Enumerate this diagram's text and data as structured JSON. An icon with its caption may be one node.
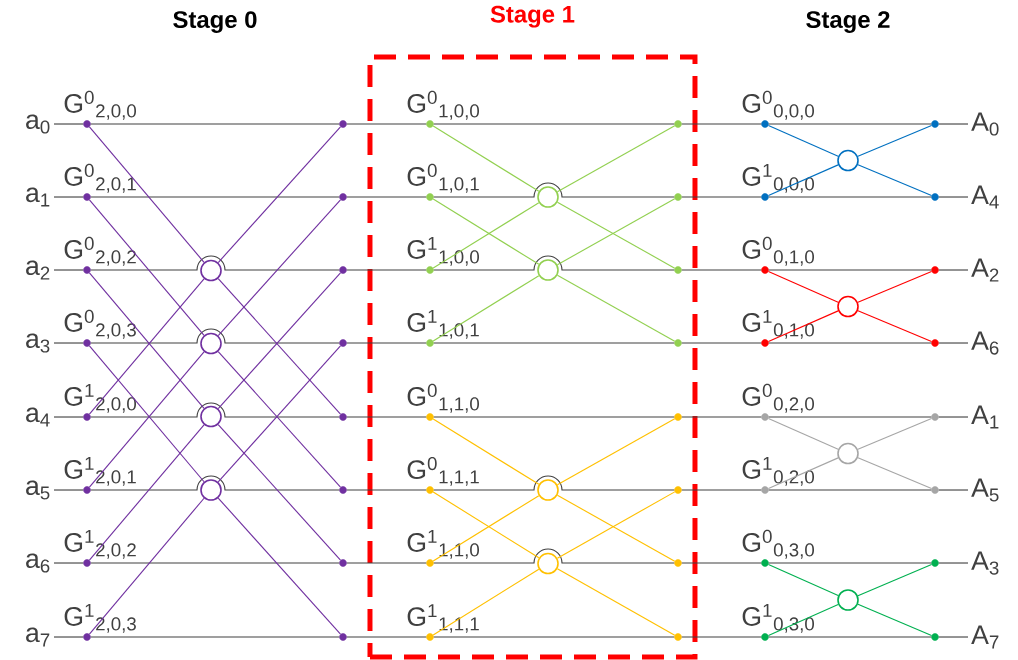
{
  "diagram": {
    "nodes": [
      {
        "text": [
          "a$_{0}$"
        ]
      },
      {
        "text": [
          "a$_{1}$"
        ]
      },
      {
        "text": [
          "a$_{2}$"
        ]
      },
      {
        "text": [
          "a$_{3}$"
        ]
      },
      {
        "text": [
          "a$_{4}$"
        ]
      },
      {
        "text": [
          "a$_{5}$"
        ]
      },
      {
        "text": [
          "a$_{6}$"
        ]
      },
      {
        "text": [
          "a$_{7}$"
        ]
      },
      {
        "text": [
          "Stage 1"
        ]
      },
      {
        "text": [],
        "shape": "circle",
        "beside": [
          "G$^{0}$$_{2,0,0}$"
        ]
      },
      {
        "text": [],
        "shape": "circle",
        "beside": [
          "G$^{0}$$_{2,0,1}$"
        ]
      },
      {
        "text": [],
        "shape": "circle",
        "beside": [
          "G$^{0}$$_{2,0,2}$"
        ]
      },
      {
        "text": [],
        "shape": "circle",
        "beside": [
          "G$^{0}$$_{2,0,3}$"
        ]
      },
      {
        "text": [],
        "shape": "circle",
        "beside": [
          "G$^{1}$$_{2,0,0}$"
        ]
      },
      {
        "text": [],
        "shape": "circle",
        "beside": [
          "G$^{1}$$_{2,0,1}$"
        ]
      },
      {
        "text": [],
        "shape": "circle",
        "beside": [
          "G$^{1}$$_{2,0,2}$"
        ]
      },
      {
        "text": [],
        "shape": "circle",
        "beside": [
          "G$^{1}$$_{2,0,3}$"
        ]
      },
      {
        "text": [],
        "shape": "circle"
      },
      {
        "text": [],
        "shape": "circle"
      },
      {
        "text": [],
        "shape": "circle"
      },
      {
        "text": [],
        "shape": "circle"
      },
      {
        "text": [],
        "shape": "circle"
      },
      {
        "text": [],
        "shape": "circle"
      },
      {
        "text": [],
        "shape": "circle"
      },
      {
        "text": [],
        "shape": "circle"
      },
      {
        "text": [],
        "shape": "circle"
      },
      {
        "text": [],
        "shape": "circle"
      },
      {
        "text": [],
        "shape": "circle"
      },
      {
        "text": [],
        "shape": "circle"
      },
      {
        "text": [],
        "shape": "circle",
        "in": 8,
        "beside": [
          "G$^{0}$$_{1,0,0}$"
        ]
      },
      {
        "text": [],
        "shape": "circle",
        "in": 8,
        "beside": [
          "G$^{0}$$_{1,0,1}$"
        ]
      },
      {
        "text": [],
        "shape": "circle",
        "in": 8,
        "beside": [
          "G$^{1}$$_{1,0,0}$"
        ]
      },
      {
        "text": [],
        "shape": "circle",
        "in": 8,
        "beside": [
          "G$^{1}$$_{1,0,1}$"
        ]
      },
      {
        "text": [],
        "shape": "circle",
        "in": 8,
        "beside": [
          "G$^{0}$$_{1,1,0}$"
        ]
      },
      {
        "text": [],
        "shape": "circle",
        "in": 8,
        "beside": [
          "G$^{0}$$_{1,1,1}$"
        ]
      },
      {
        "text": [],
        "shape": "circle",
        "in": 8,
        "beside": [
          "G$^{1}$$_{1,1,0}$"
        ]
      },
      {
        "text": [],
        "shape": "circle",
        "in": 8,
        "beside": [
          "G$^{1}$$_{1,1,1}$"
        ]
      },
      {
        "text": [],
        "shape": "circle",
        "in": 8
      },
      {
        "text": [],
        "shape": "circle",
        "in": 8
      },
      {
        "text": [],
        "shape": "circle",
        "in": 8
      },
      {
        "text": [],
        "shape": "circle",
        "in": 8
      },
      {
        "text": [],
        "shape": "circle",
        "in": 8
      },
      {
        "text": [],
        "shape": "circle",
        "in": 8
      },
      {
        "text": [],
        "shape": "circle",
        "in": 8
      },
      {
        "text": [],
        "shape": "circle",
        "in": 8
      },
      {
        "text": [],
        "shape": "circle",
        "in": 8
      },
      {
        "text": [],
        "shape": "circle",
        "in": 8
      },
      {
        "text": [],
        "shape": "circle",
        "in": 8
      },
      {
        "text": [],
        "shape": "circle",
        "in": 8
      },
      {
        "text": [],
        "shape": "circle",
        "beside": [
          "G$^{0}$$_{0,0,0}$"
        ]
      },
      {
        "text": [],
        "shape": "circle",
        "beside": [
          "G$^{1}$$_{0,0,0}$"
        ]
      },
      {
        "text": [],
        "shape": "circle",
        "beside": [
          "G$^{0}$$_{0,1,0}$"
        ]
      },
      {
        "text": [],
        "shape": "circle",
        "beside": [
          "G$^{1}$$_{0,1,0}$"
        ]
      },
      {
        "text": [],
        "shape": "circle",
        "beside": [
          "G$^{0}$$_{0,2,0}$"
        ]
      },
      {
        "text": [],
        "shape": "circle",
        "beside": [
          "G$^{1}$$_{0,2,0}$"
        ]
      },
      {
        "text": [],
        "shape": "circle",
        "beside": [
          "G$^{0}$$_{0,3,0}$"
        ]
      },
      {
        "text": [],
        "shape": "circle",
        "beside": [
          "G$^{1}$$_{0,3,0}$"
        ]
      },
      {
        "text": [],
        "shape": "circle"
      },
      {
        "text": [],
        "shape": "circle"
      },
      {
        "text": [],
        "shape": "circle"
      },
      {
        "text": [],
        "shape": "circle"
      },
      {
        "text": [],
        "shape": "circle"
      },
      {
        "text": [],
        "shape": "circle"
      },
      {
        "text": [],
        "shape": "circle"
      },
      {
        "text": [],
        "shape": "circle"
      },
      {
        "text": [],
        "shape": "circle"
      },
      {
        "text": [],
        "shape": "circle"
      },
      {
        "text": [],
        "shape": "circle"
      },
      {
        "text": [],
        "shape": "circle"
      },
      {
        "text": [
          "A$_{0}$"
        ]
      },
      {
        "text": [
          "A$_{4}$"
        ]
      },
      {
        "text": [
          "A$_{2}$"
        ]
      },
      {
        "text": [
          "A$_{6}$"
        ]
      },
      {
        "text": [
          "A$_{1}$"
        ]
      },
      {
        "text": [
          "A$_{5}$"
        ]
      },
      {
        "text": [
          "A$_{3}$"
        ]
      },
      {
        "text": [
          "A$_{7}$"
        ]
      }
    ],
    "edges": [
      {
        "from": 0,
        "to": 9,
        "arrow": "none"
      },
      {
        "from": 9,
        "to": 21,
        "arrow": "none"
      },
      {
        "from": 21,
        "to": 29,
        "arrow": "none"
      },
      {
        "from": 29,
        "to": 41,
        "arrow": "none"
      },
      {
        "from": 41,
        "to": 49,
        "arrow": "none"
      },
      {
        "from": 49,
        "to": 61,
        "arrow": "none"
      },
      {
        "from": 61,
        "to": 69,
        "arrow": "none"
      },
      {
        "from": 1,
        "to": 10,
        "arrow": "none"
      },
      {
        "from": 10,
        "to": 22,
        "arrow": "none"
      },
      {
        "from": 22,
        "to": 30,
        "arrow": "none"
      },
      {
        "from": 30,
        "to": 42,
        "arrow": "none"
      },
      {
        "from": 42,
        "to": 50,
        "arrow": "none"
      },
      {
        "from": 50,
        "to": 62,
        "arrow": "none"
      },
      {
        "from": 62,
        "to": 70,
        "arrow": "none"
      },
      {
        "from": 2,
        "to": 11,
        "arrow": "none"
      },
      {
        "from": 11,
        "to": 23,
        "arrow": "none"
      },
      {
        "from": 23,
        "to": 31,
        "arrow": "none"
      },
      {
        "from": 31,
        "to": 43,
        "arrow": "none"
      },
      {
        "from": 43,
        "to": 51,
        "arrow": "none"
      },
      {
        "from": 51,
        "to": 63,
        "arrow": "none"
      },
      {
        "from": 63,
        "to": 71,
        "arrow": "none"
      },
      {
        "from": 3,
        "to": 12,
        "arrow": "none"
      },
      {
        "from": 12,
        "to": 24,
        "arrow": "none"
      },
      {
        "from": 24,
        "to": 32,
        "arrow": "none"
      },
      {
        "from": 32,
        "to": 44,
        "arrow": "none"
      },
      {
        "from": 44,
        "to": 52,
        "arrow": "none"
      },
      {
        "from": 52,
        "to": 64,
        "arrow": "none"
      },
      {
        "from": 64,
        "to": 72,
        "arrow": "none"
      },
      {
        "from": 4,
        "to": 13,
        "arrow": "none"
      },
      {
        "from": 13,
        "to": 25,
        "arrow": "none"
      },
      {
        "from": 25,
        "to": 33,
        "arrow": "none"
      },
      {
        "from": 33,
        "to": 45,
        "arrow": "none"
      },
      {
        "from": 45,
        "to": 53,
        "arrow": "none"
      },
      {
        "from": 53,
        "to": 65,
        "arrow": "none"
      },
      {
        "from": 65,
        "to": 73,
        "arrow": "none"
      },
      {
        "from": 5,
        "to": 14,
        "arrow": "none"
      },
      {
        "from": 14,
        "to": 26,
        "arrow": "none"
      },
      {
        "from": 26,
        "to": 34,
        "arrow": "none"
      },
      {
        "from": 34,
        "to": 46,
        "arrow": "none"
      },
      {
        "from": 46,
        "to": 54,
        "arrow": "none"
      },
      {
        "from": 54,
        "to": 66,
        "arrow": "none"
      },
      {
        "from": 66,
        "to": 74,
        "arrow": "none"
      },
      {
        "from": 6,
        "to": 15,
        "arrow": "none"
      },
      {
        "from": 15,
        "to": 27,
        "arrow": "none"
      },
      {
        "from": 27,
        "to": 35,
        "arrow": "none"
      },
      {
        "from": 35,
        "to": 47,
        "arrow": "none"
      },
      {
        "from": 47,
        "to": 55,
        "arrow": "none"
      },
      {
        "from": 55,
        "to": 67,
        "arrow": "none"
      },
      {
        "from": 67,
        "to": 75,
        "arrow": "none"
      },
      {
        "from": 7,
        "to": 16,
        "arrow": "none"
      },
      {
        "from": 16,
        "to": 28,
        "arrow": "none"
      },
      {
        "from": 28,
        "to": 36,
        "arrow": "none"
      },
      {
        "from": 36,
        "to": 48,
        "arrow": "none"
      },
      {
        "from": 48,
        "to": 56,
        "arrow": "none"
      },
      {
        "from": 56,
        "to": 68,
        "arrow": "none"
      },
      {
        "from": 68,
        "to": 76,
        "arrow": "none"
      },
      {
        "from": 9,
        "to": 17,
        "arrow": "none",
        "color": "#7030a0"
      },
      {
        "from": 13,
        "to": 17,
        "arrow": "none",
        "color": "#7030a0"
      },
      {
        "from": 17,
        "to": 21,
        "arrow": "none",
        "color": "#7030a0"
      },
      {
        "from": 17,
        "to": 25,
        "arrow": "none",
        "color": "#7030a0"
      },
      {
        "from": 10,
        "to": 18,
        "arrow": "none",
        "color": "#7030a0"
      },
      {
        "from": 14,
        "to": 18,
        "arrow": "none",
        "color": "#7030a0"
      },
      {
        "from": 18,
        "to": 22,
        "arrow": "none",
        "color": "#7030a0"
      },
      {
        "from": 18,
        "to": 26,
        "arrow": "none",
        "color": "#7030a0"
      },
      {
        "from": 11,
        "to": 19,
        "arrow": "none",
        "color": "#7030a0"
      },
      {
        "from": 15,
        "to": 19,
        "arrow": "none",
        "color": "#7030a0"
      },
      {
        "from": 19,
        "to": 23,
        "arrow": "none",
        "color": "#7030a0"
      },
      {
        "from": 19,
        "to": 27,
        "arrow": "none",
        "color": "#7030a0"
      },
      {
        "from": 12,
        "to": 20,
        "arrow": "none",
        "color": "#7030a0"
      },
      {
        "from": 16,
        "to": 20,
        "arrow": "none",
        "color": "#7030a0"
      },
      {
        "from": 20,
        "to": 24,
        "arrow": "none",
        "color": "#7030a0"
      },
      {
        "from": 20,
        "to": 28,
        "arrow": "none",
        "color": "#7030a0"
      },
      {
        "from": 29,
        "to": 37,
        "arrow": "none",
        "color": "#92d050"
      },
      {
        "from": 31,
        "to": 37,
        "arrow": "none",
        "color": "#92d050"
      },
      {
        "from": 37,
        "to": 41,
        "arrow": "none",
        "color": "#92d050"
      },
      {
        "from": 37,
        "to": 43,
        "arrow": "none",
        "color": "#92d050"
      },
      {
        "from": 30,
        "to": 38,
        "arrow": "none",
        "color": "#92d050"
      },
      {
        "from": 32,
        "to": 38,
        "arrow": "none",
        "color": "#92d050"
      },
      {
        "from": 38,
        "to": 42,
        "arrow": "none",
        "color": "#92d050"
      },
      {
        "from": 38,
        "to": 44,
        "arrow": "none",
        "color": "#92d050"
      },
      {
        "from": 33,
        "to": 39,
        "arrow": "none",
        "color": "#ffc000"
      },
      {
        "from": 35,
        "to": 39,
        "arrow": "none",
        "color": "#ffc000"
      },
      {
        "from": 39,
        "to": 45,
        "arrow": "none",
        "color": "#ffc000"
      },
      {
        "from": 39,
        "to": 47,
        "arrow": "none",
        "color": "#ffc000"
      },
      {
        "from": 34,
        "to": 40,
        "arrow": "none",
        "color": "#ffc000"
      },
      {
        "from": 36,
        "to": 40,
        "arrow": "none",
        "color": "#ffc000"
      },
      {
        "from": 40,
        "to": 46,
        "arrow": "none",
        "color": "#ffc000"
      },
      {
        "from": 40,
        "to": 48,
        "arrow": "none",
        "color": "#ffc000"
      },
      {
        "from": 49,
        "to": 57,
        "arrow": "none",
        "color": "#0070c0"
      },
      {
        "from": 50,
        "to": 57,
        "arrow": "none",
        "color": "#0070c0"
      },
      {
        "from": 57,
        "to": 61,
        "arrow": "none",
        "color": "#0070c0"
      },
      {
        "from": 57,
        "to": 62,
        "arrow": "none",
        "color": "#0070c0"
      },
      {
        "from": 51,
        "to": 58,
        "arrow": "none",
        "color": "#ff0000"
      },
      {
        "from": 52,
        "to": 58,
        "arrow": "none",
        "color": "#ff0000"
      },
      {
        "from": 58,
        "to": 63,
        "arrow": "none",
        "color": "#ff0000"
      },
      {
        "from": 58,
        "to": 64,
        "arrow": "none",
        "color": "#ff0000"
      },
      {
        "from": 53,
        "to": 59,
        "arrow": "none",
        "color": "#a6a6a6"
      },
      {
        "from": 54,
        "to": 59,
        "arrow": "none",
        "color": "#a6a6a6"
      },
      {
        "from": 59,
        "to": 65,
        "arrow": "none",
        "color": "#a6a6a6"
      },
      {
        "from": 59,
        "to": 66,
        "arrow": "none",
        "color": "#a6a6a6"
      },
      {
        "from": 55,
        "to": 60,
        "arrow": "none",
        "color": "#00b050"
      },
      {
        "from": 56,
        "to": 60,
        "arrow": "none",
        "color": "#00b050"
      },
      {
        "from": 60,
        "to": 67,
        "arrow": "none",
        "color": "#00b050"
      },
      {
        "from": 60,
        "to": 68,
        "arrow": "none",
        "color": "#00b050"
      }
    ],
    "labels": [
      "Stage 0",
      "Stage 2"
    ]
  }
}
